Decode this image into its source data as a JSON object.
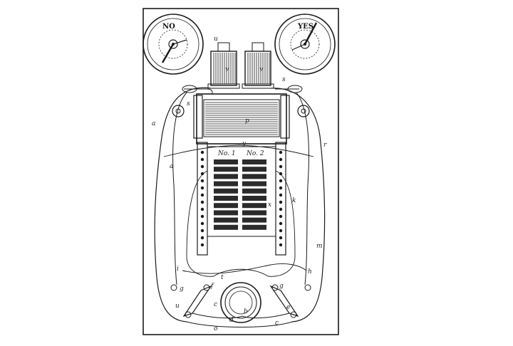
{
  "dials": {
    "left": {
      "label": "NO"
    },
    "right": {
      "label": "YES"
    }
  },
  "ballot": {
    "header_left": "No. 1",
    "header_right": "No. 2",
    "rows": 10
  },
  "labels": {
    "a_left": "a",
    "a_left2": "a",
    "r_right": "r",
    "m_right": "m",
    "p_roller": "p",
    "x_mark": "x",
    "k_mark": "k",
    "y_mark": "y",
    "h_right": "h",
    "i_left": "i",
    "t_mid": "t",
    "g_left": "g",
    "f_left": "f",
    "g_right": "g",
    "c_left": "c",
    "c_right": "c",
    "b_center": "b",
    "d_center": "d",
    "e_right": "e",
    "u_left": "u",
    "o_bottom": "o",
    "u_top": "u",
    "v_left": "v",
    "v_right": "v",
    "s_left": "s",
    "s_right": "s"
  }
}
